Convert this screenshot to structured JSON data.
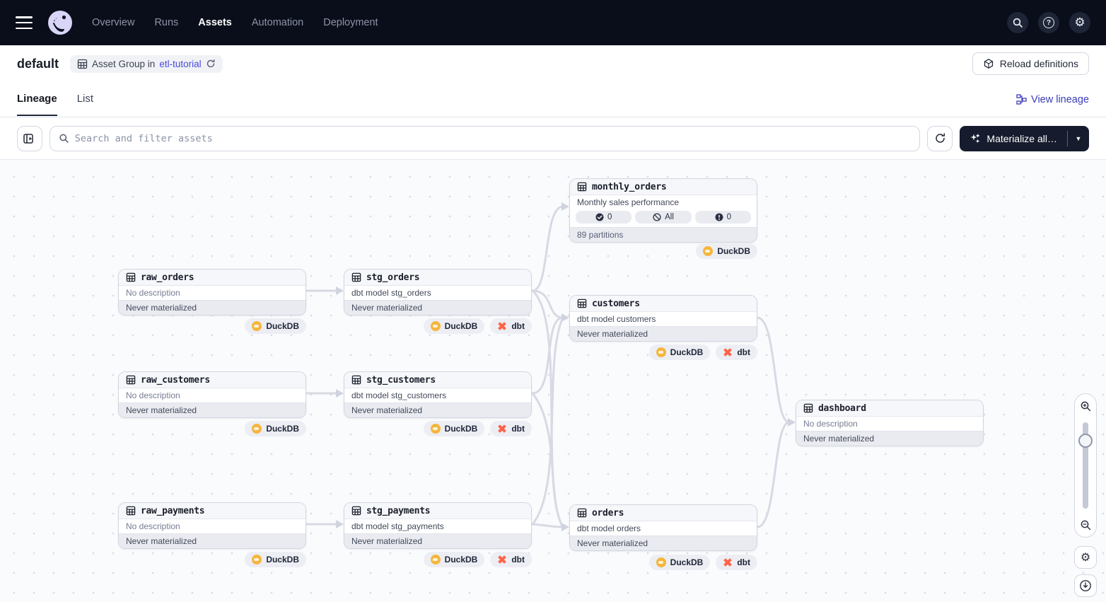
{
  "nav": {
    "items": [
      {
        "label": "Overview",
        "active": false
      },
      {
        "label": "Runs",
        "active": false
      },
      {
        "label": "Assets",
        "active": true
      },
      {
        "label": "Automation",
        "active": false
      },
      {
        "label": "Deployment",
        "active": false
      }
    ]
  },
  "header": {
    "title": "default",
    "group_badge": {
      "prefix": "Asset Group in",
      "link": "etl-tutorial"
    },
    "reload_button": "Reload definitions"
  },
  "tabs": {
    "items": [
      {
        "label": "Lineage",
        "active": true
      },
      {
        "label": "List",
        "active": false
      }
    ],
    "view_lineage": "View lineage"
  },
  "toolbar": {
    "search_placeholder": "Search and filter assets",
    "materialize_button": "Materialize all…"
  },
  "graph": {
    "nodes": [
      {
        "name": "raw_orders",
        "description": "No description",
        "status": "Never materialized",
        "badges": [
          "DuckDB"
        ]
      },
      {
        "name": "stg_orders",
        "description": "dbt model stg_orders",
        "status": "Never materialized",
        "badges": [
          "DuckDB",
          "dbt"
        ]
      },
      {
        "name": "monthly_orders",
        "description": "Monthly sales performance",
        "pills": [
          {
            "icon": "check-circle",
            "label": "0"
          },
          {
            "icon": "slash-circle",
            "label": "All"
          },
          {
            "icon": "alert-circle",
            "label": "0"
          }
        ],
        "footer": "89 partitions",
        "badges": [
          "DuckDB"
        ]
      },
      {
        "name": "customers",
        "description": "dbt model customers",
        "status": "Never materialized",
        "badges": [
          "DuckDB",
          "dbt"
        ]
      },
      {
        "name": "raw_customers",
        "description": "No description",
        "status": "Never materialized",
        "badges": [
          "DuckDB"
        ]
      },
      {
        "name": "stg_customers",
        "description": "dbt model stg_customers",
        "status": "Never materialized",
        "badges": [
          "DuckDB",
          "dbt"
        ]
      },
      {
        "name": "dashboard",
        "description": "No description",
        "status": "Never materialized",
        "badges": []
      },
      {
        "name": "raw_payments",
        "description": "No description",
        "status": "Never materialized",
        "badges": [
          "DuckDB"
        ]
      },
      {
        "name": "stg_payments",
        "description": "dbt model stg_payments",
        "status": "Never materialized",
        "badges": [
          "DuckDB",
          "dbt"
        ]
      },
      {
        "name": "orders",
        "description": "dbt model orders",
        "status": "Never materialized",
        "badges": [
          "DuckDB",
          "dbt"
        ]
      }
    ],
    "edges": [
      {
        "from": "raw_orders",
        "to": "stg_orders"
      },
      {
        "from": "raw_customers",
        "to": "stg_customers"
      },
      {
        "from": "raw_payments",
        "to": "stg_payments"
      },
      {
        "from": "stg_orders",
        "to": "monthly_orders"
      },
      {
        "from": "stg_orders",
        "to": "customers"
      },
      {
        "from": "stg_orders",
        "to": "orders"
      },
      {
        "from": "stg_customers",
        "to": "customers"
      },
      {
        "from": "stg_customers",
        "to": "orders"
      },
      {
        "from": "stg_payments",
        "to": "customers"
      },
      {
        "from": "stg_payments",
        "to": "orders"
      },
      {
        "from": "customers",
        "to": "dashboard"
      },
      {
        "from": "orders",
        "to": "dashboard"
      }
    ]
  },
  "colors": {
    "nav_bg": "#0a0e1b",
    "accent_link": "#4a4bd8",
    "view_lineage_link": "#3b3cb8",
    "duckdb_yellow": "#f5b63e",
    "dbt_orange": "#ff6247",
    "edge": "#d7dae3"
  }
}
